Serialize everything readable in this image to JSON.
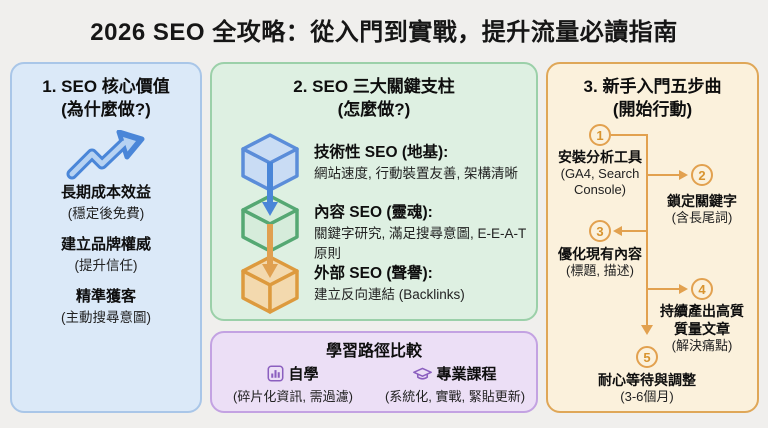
{
  "title": "2026 SEO 全攻略：從入門到實戰，提升流量必讀指南",
  "colors": {
    "page_bg": "#f0efed",
    "blue_accent": "#4a86d8",
    "green_accent": "#55a873",
    "orange_accent": "#e0a050",
    "purple_accent": "#8b5fbf",
    "blue_panel_bg": "#dbe9f8",
    "green_panel_bg": "#def0e2",
    "orange_panel_bg": "#fbf1dc",
    "purple_panel_bg": "#ecdff6"
  },
  "value_panel": {
    "title": "1. SEO 核心價值",
    "subtitle": "(為什麼做?)",
    "icon": "trending-up-icon",
    "items": [
      {
        "label": "長期成本效益",
        "note": "(穩定後免費)"
      },
      {
        "label": "建立品牌權威",
        "note": "(提升信任)"
      },
      {
        "label": "精準獲客",
        "note": "(主動搜尋意圖)"
      }
    ]
  },
  "pillars_panel": {
    "title": "2. SEO 三大關鍵支柱",
    "subtitle": "(怎麼做?)",
    "items": [
      {
        "icon": "cube-icon",
        "color": "#5b8dd9",
        "label": "技術性 SEO (地基):",
        "note": "網站速度, 行動裝置友善, 架構清晰"
      },
      {
        "icon": "cube-icon",
        "color": "#55a873",
        "label": "內容 SEO (靈魂):",
        "note": "關鍵字研究, 滿足搜尋意圖, E-E-A-T原則"
      },
      {
        "icon": "cube-icon",
        "color": "#e0a050",
        "label": "外部 SEO (聲譽):",
        "note": "建立反向連結 (Backlinks)"
      }
    ]
  },
  "steps_panel": {
    "title": "3. 新手入門五步曲",
    "subtitle": "(開始行動)",
    "steps": [
      {
        "num": "1",
        "label": "安裝分析工具",
        "note": "(GA4, Search Console)"
      },
      {
        "num": "2",
        "label": "鎖定關鍵字",
        "note": "(含長尾詞)"
      },
      {
        "num": "3",
        "label": "優化現有內容",
        "note": "(標題, 描述)"
      },
      {
        "num": "4",
        "label": "持續產出高質質量文章",
        "note": "(解決痛點)"
      },
      {
        "num": "5",
        "label": "耐心等待與調整",
        "note": "(3-6個月)"
      }
    ]
  },
  "learning_panel": {
    "title": "學習路徑比較",
    "options": [
      {
        "icon": "bar-chart-icon",
        "label": "自學",
        "note": "(碎片化資訊, 需過濾)"
      },
      {
        "icon": "graduation-cap-icon",
        "label": "專業課程",
        "note": "(系統化, 實戰, 緊貼更新)"
      }
    ]
  }
}
